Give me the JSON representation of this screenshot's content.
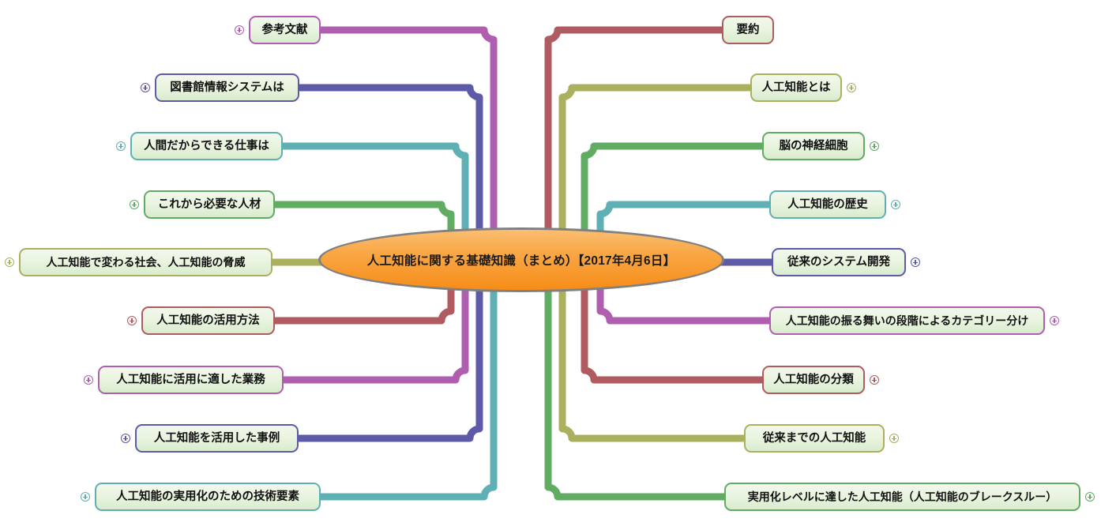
{
  "diagram": {
    "type": "mind-map",
    "title": "人工知能に関する基礎知識（まとめ）【2017年4月6日】",
    "root": {
      "label": "人工知能に関する基礎知識（まとめ）【2017年4月6日】",
      "fill_top": "#fbbe72",
      "fill_bottom": "#f68c18",
      "border": "#808080",
      "shape": "ellipse"
    },
    "palette": {
      "magenta": "#b05fb0",
      "purple": "#5d5aa8",
      "teal": "#5fb0b4",
      "green": "#61ac63",
      "olive": "#aab05e",
      "red": "#b05b5f",
      "node_fill_top": "#f2f8ec",
      "node_fill_bottom": "#d8ecce",
      "text": "#111111"
    },
    "expand_icon": "plus-circle-icon",
    "left_branches": [
      {
        "label": "参考文献",
        "color": "#b05fb0",
        "has_expand": true
      },
      {
        "label": "図書館情報システムは",
        "color": "#5d5aa8",
        "has_expand": true
      },
      {
        "label": "人間だからできる仕事は",
        "color": "#5fb0b4",
        "has_expand": true
      },
      {
        "label": "これから必要な人材",
        "color": "#61ac63",
        "has_expand": true
      },
      {
        "label": "人工知能で変わる社会、人工知能の脅威",
        "color": "#aab05e",
        "has_expand": true
      },
      {
        "label": "人工知能の活用方法",
        "color": "#b05b5f",
        "has_expand": true
      },
      {
        "label": "人工知能に活用に適した業務",
        "color": "#b05fb0",
        "has_expand": true
      },
      {
        "label": "人工知能を活用した事例",
        "color": "#5d5aa8",
        "has_expand": true
      },
      {
        "label": "人工知能の実用化のための技術要素",
        "color": "#5fb0b4",
        "has_expand": true
      }
    ],
    "right_branches": [
      {
        "label": "要約",
        "color": "#b05b5f",
        "has_expand": false
      },
      {
        "label": "人工知能とは",
        "color": "#aab05e",
        "has_expand": true
      },
      {
        "label": "脳の神経細胞",
        "color": "#61ac63",
        "has_expand": true
      },
      {
        "label": "人工知能の歴史",
        "color": "#5fb0b4",
        "has_expand": true
      },
      {
        "label": "従来のシステム開発",
        "color": "#5d5aa8",
        "has_expand": true
      },
      {
        "label": "人工知能の振る舞いの段階によるカテゴリー分け",
        "color": "#b05fb0",
        "has_expand": true
      },
      {
        "label": "人工知能の分類",
        "color": "#b05b5f",
        "has_expand": true
      },
      {
        "label": "従来までの人工知能",
        "color": "#aab05e",
        "has_expand": true
      },
      {
        "label": "実用化レベルに達した人工知能（人工知能のブレークスルー）",
        "color": "#61ac63",
        "has_expand": true
      }
    ]
  }
}
